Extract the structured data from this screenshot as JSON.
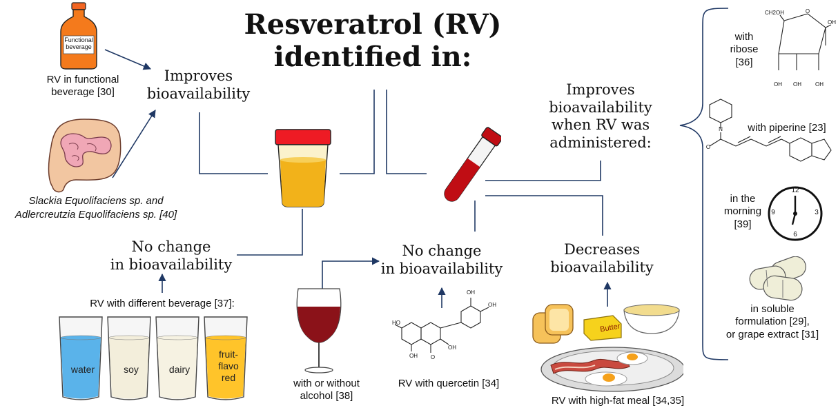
{
  "title": {
    "line1": "Resveratrol (RV)",
    "line2": "identified in:"
  },
  "top_left": {
    "bottle_label": "Functional beverage",
    "bottle_caption": [
      "RV in functional",
      "beverage [30]"
    ],
    "improves_1": [
      "Improves",
      "bioavailability"
    ],
    "gut_caption": [
      "Slackia Equolifaciens sp. and",
      "Adlercreutzia Equolifaciens sp. [40]"
    ]
  },
  "left_bottom": {
    "no_change": [
      "No change",
      "in bioavailability"
    ],
    "beverage_caption": "RV with different beverage [37]:",
    "glasses": [
      {
        "label": "water",
        "color": "#5ab3ea"
      },
      {
        "label": "soy",
        "color": "#f3eedb"
      },
      {
        "label": "dairy",
        "color": "#f6f2e2"
      },
      {
        "label": "fruit-flavo red",
        "color": "#ffc42a"
      }
    ]
  },
  "middle_bottom": {
    "no_change": [
      "No change",
      "in bioavailability"
    ],
    "wine_caption": [
      "with or without",
      "alcohol [38]"
    ],
    "quercetin_caption": "RV with quercetin [34]",
    "molecule_labels": [
      "OH",
      "OH",
      "HO",
      "OH",
      "OH",
      "O"
    ]
  },
  "right_bottom": {
    "decreases": [
      "Decreases",
      "bioavailability"
    ],
    "butter_label": "Butter",
    "meal_caption": "RV with high-fat meal [34,35]"
  },
  "right": {
    "improves_2": [
      "Improves",
      "bioavailability",
      "when RV was",
      "administered:"
    ],
    "ribose_caption": [
      "with",
      "ribose",
      "[36]"
    ],
    "ribose_atoms": [
      "CH2OH",
      "O",
      "OH",
      "OH",
      "OH",
      "OH"
    ],
    "piperine_caption": "with piperine [23]",
    "piperine_atoms": [
      "N",
      "O"
    ],
    "morning_caption": [
      "in the",
      "morning",
      "[39]"
    ],
    "clock_numbers": [
      "12",
      "3",
      "6",
      "9"
    ],
    "soluble_caption": [
      "in soluble",
      "formulation [29],",
      "or grape extract [31]"
    ]
  },
  "colors": {
    "arrow": "#1f3864",
    "urine": "#f2b21a",
    "cup_lid": "#ee1b24",
    "blood": "#c00d14",
    "wine": "#8b1219",
    "orange_bottle": "#f47a1c",
    "gut": "#f0a7b6"
  }
}
